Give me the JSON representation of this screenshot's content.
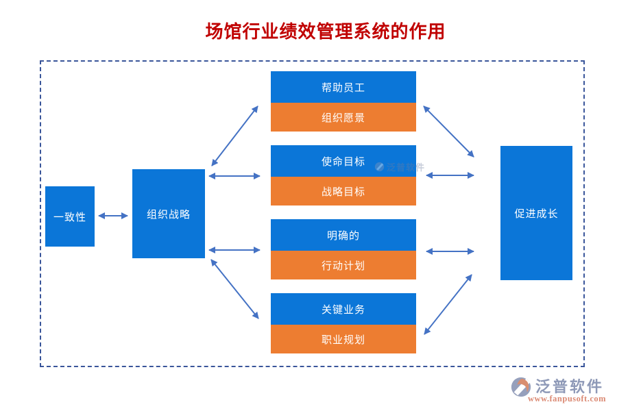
{
  "title": "场馆行业绩效管理系统的作用",
  "boxes": {
    "consistency": "一致性",
    "strategy": "组织战略",
    "growth": "促进成长"
  },
  "pairs": [
    {
      "top": "帮助员工",
      "bottom": "组织愿景"
    },
    {
      "top": "使命目标",
      "bottom": "战略目标"
    },
    {
      "top": "明确的",
      "bottom": "行动计划"
    },
    {
      "top": "关键业务",
      "bottom": "职业规划"
    }
  ],
  "watermark": "泛普软件",
  "footer_logo": {
    "brand": "泛普软件",
    "url": "www.fanpusoft.com"
  },
  "colors": {
    "box_blue": "#0B76D8",
    "box_orange": "#ED7D31",
    "arrow_blue": "#4472C4",
    "border_navy": "#39559A",
    "title_red": "#C00000",
    "logo_slate": "#8E99B7",
    "logo_salmon": "#DB8A74"
  }
}
